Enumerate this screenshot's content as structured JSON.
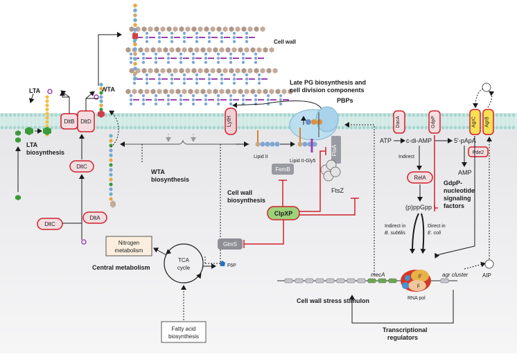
{
  "cell_wall": {
    "label": "Cell wall"
  },
  "late_pg": {
    "label_line1": "Late PG biosynthesis and",
    "label_line2": "cell division components"
  },
  "pbps": {
    "label": "PBPs"
  },
  "lta": {
    "label": "LTA",
    "biosynthesis_line1": "LTA",
    "biosynthesis_line2": "biosynthesis"
  },
  "wta": {
    "label": "WTA",
    "biosynthesis_line1": "WTA",
    "biosynthesis_line2": "biosynthesis"
  },
  "proteins": {
    "dltb": "DltB",
    "dltd": "DltD",
    "dltc_mem": "DltC",
    "dltc": "DltC",
    "dlta": "DltA",
    "lyth": "LytH",
    "femb": "FemB",
    "ftsa": "FtsA",
    "ftsz": "FtsZ",
    "clpxp": "ClpXP",
    "glms": "GlmS",
    "daca": "DacA",
    "gdpp": "GdpP",
    "pde2": "Pde2",
    "rela": "RelA",
    "agrc": "AgrC",
    "agrb": "AgrB"
  },
  "lipids": {
    "lipid2": "Lipid II",
    "lipid2gly5": "Lipid II-Gly5"
  },
  "cw_biosynthesis": {
    "line1": "Cell wall",
    "line2": "biosynthesis"
  },
  "metabolism": {
    "nitrogen_line1": "Nitrogen",
    "nitrogen_line2": "metabolism",
    "tca_line1": "TCA",
    "tca_line2": "cycle",
    "central": "Central metabolism",
    "f6p": "F6P",
    "fatty_line1": "Fatty acid",
    "fatty_line2": "biosynthesis"
  },
  "signaling": {
    "atp": "ATP",
    "cdiamp": "c-di-AMP",
    "papa": "5'-pApA",
    "amp": "AMP",
    "indirect": "Indirect",
    "ppgpp": "(p)ppGpp",
    "gdpp_line1": "GdpP-",
    "gdpp_line2": "nucleotide",
    "gdpp_line3": "signaling",
    "gdpp_line4": "factors",
    "indirect_bsub_line1": "Indirect in",
    "indirect_bsub_line2": "B. subtilis",
    "direct_ecoli_line1": "Direct in",
    "direct_ecoli_line2": "E. coli"
  },
  "genome": {
    "meca": "mecA",
    "agr_cluster": "agr cluster",
    "rnapol": "RNA pol",
    "beta_prime": "β'",
    "beta": "β",
    "stress": "Cell wall stress stimulon",
    "transcriptional_line1": "Transcriptional",
    "transcriptional_line2": "regulators",
    "aip": "AIP"
  },
  "colors": {
    "protein_border": "#d0202a",
    "protein_fill": "#f4dde0",
    "clpxp_fill": "#9fd17a",
    "glms_fill": "#8e8e96",
    "membrane": "#bfe0dc"
  }
}
